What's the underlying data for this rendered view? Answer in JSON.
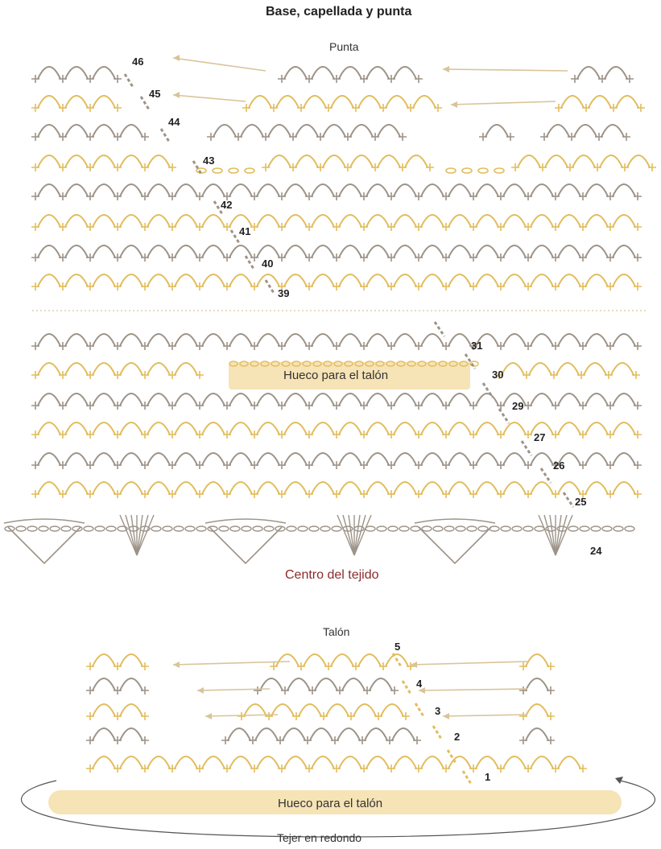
{
  "title": "Base, capellada y punta",
  "labels": {
    "punta": "Punta",
    "hueco_top": "Hueco para el talón",
    "centro": "Centro del tejido",
    "talon": "Talón",
    "hueco_bottom": "Hueco para el talón",
    "tejer": "Tejer en redondo"
  },
  "row_numbers_top": [
    "46",
    "45",
    "44",
    "43",
    "42",
    "41",
    "40",
    "39"
  ],
  "row_numbers_mid": [
    "31",
    "30",
    "29",
    "27",
    "26",
    "25",
    "24"
  ],
  "row_numbers_heel": [
    "5",
    "4",
    "3",
    "2",
    "1"
  ],
  "colors": {
    "grey": "#9d9388",
    "gold": "#e1bd5d",
    "arrow": "#d8c498",
    "band": "#f6e3b6",
    "centro": "#8a2b2b"
  }
}
